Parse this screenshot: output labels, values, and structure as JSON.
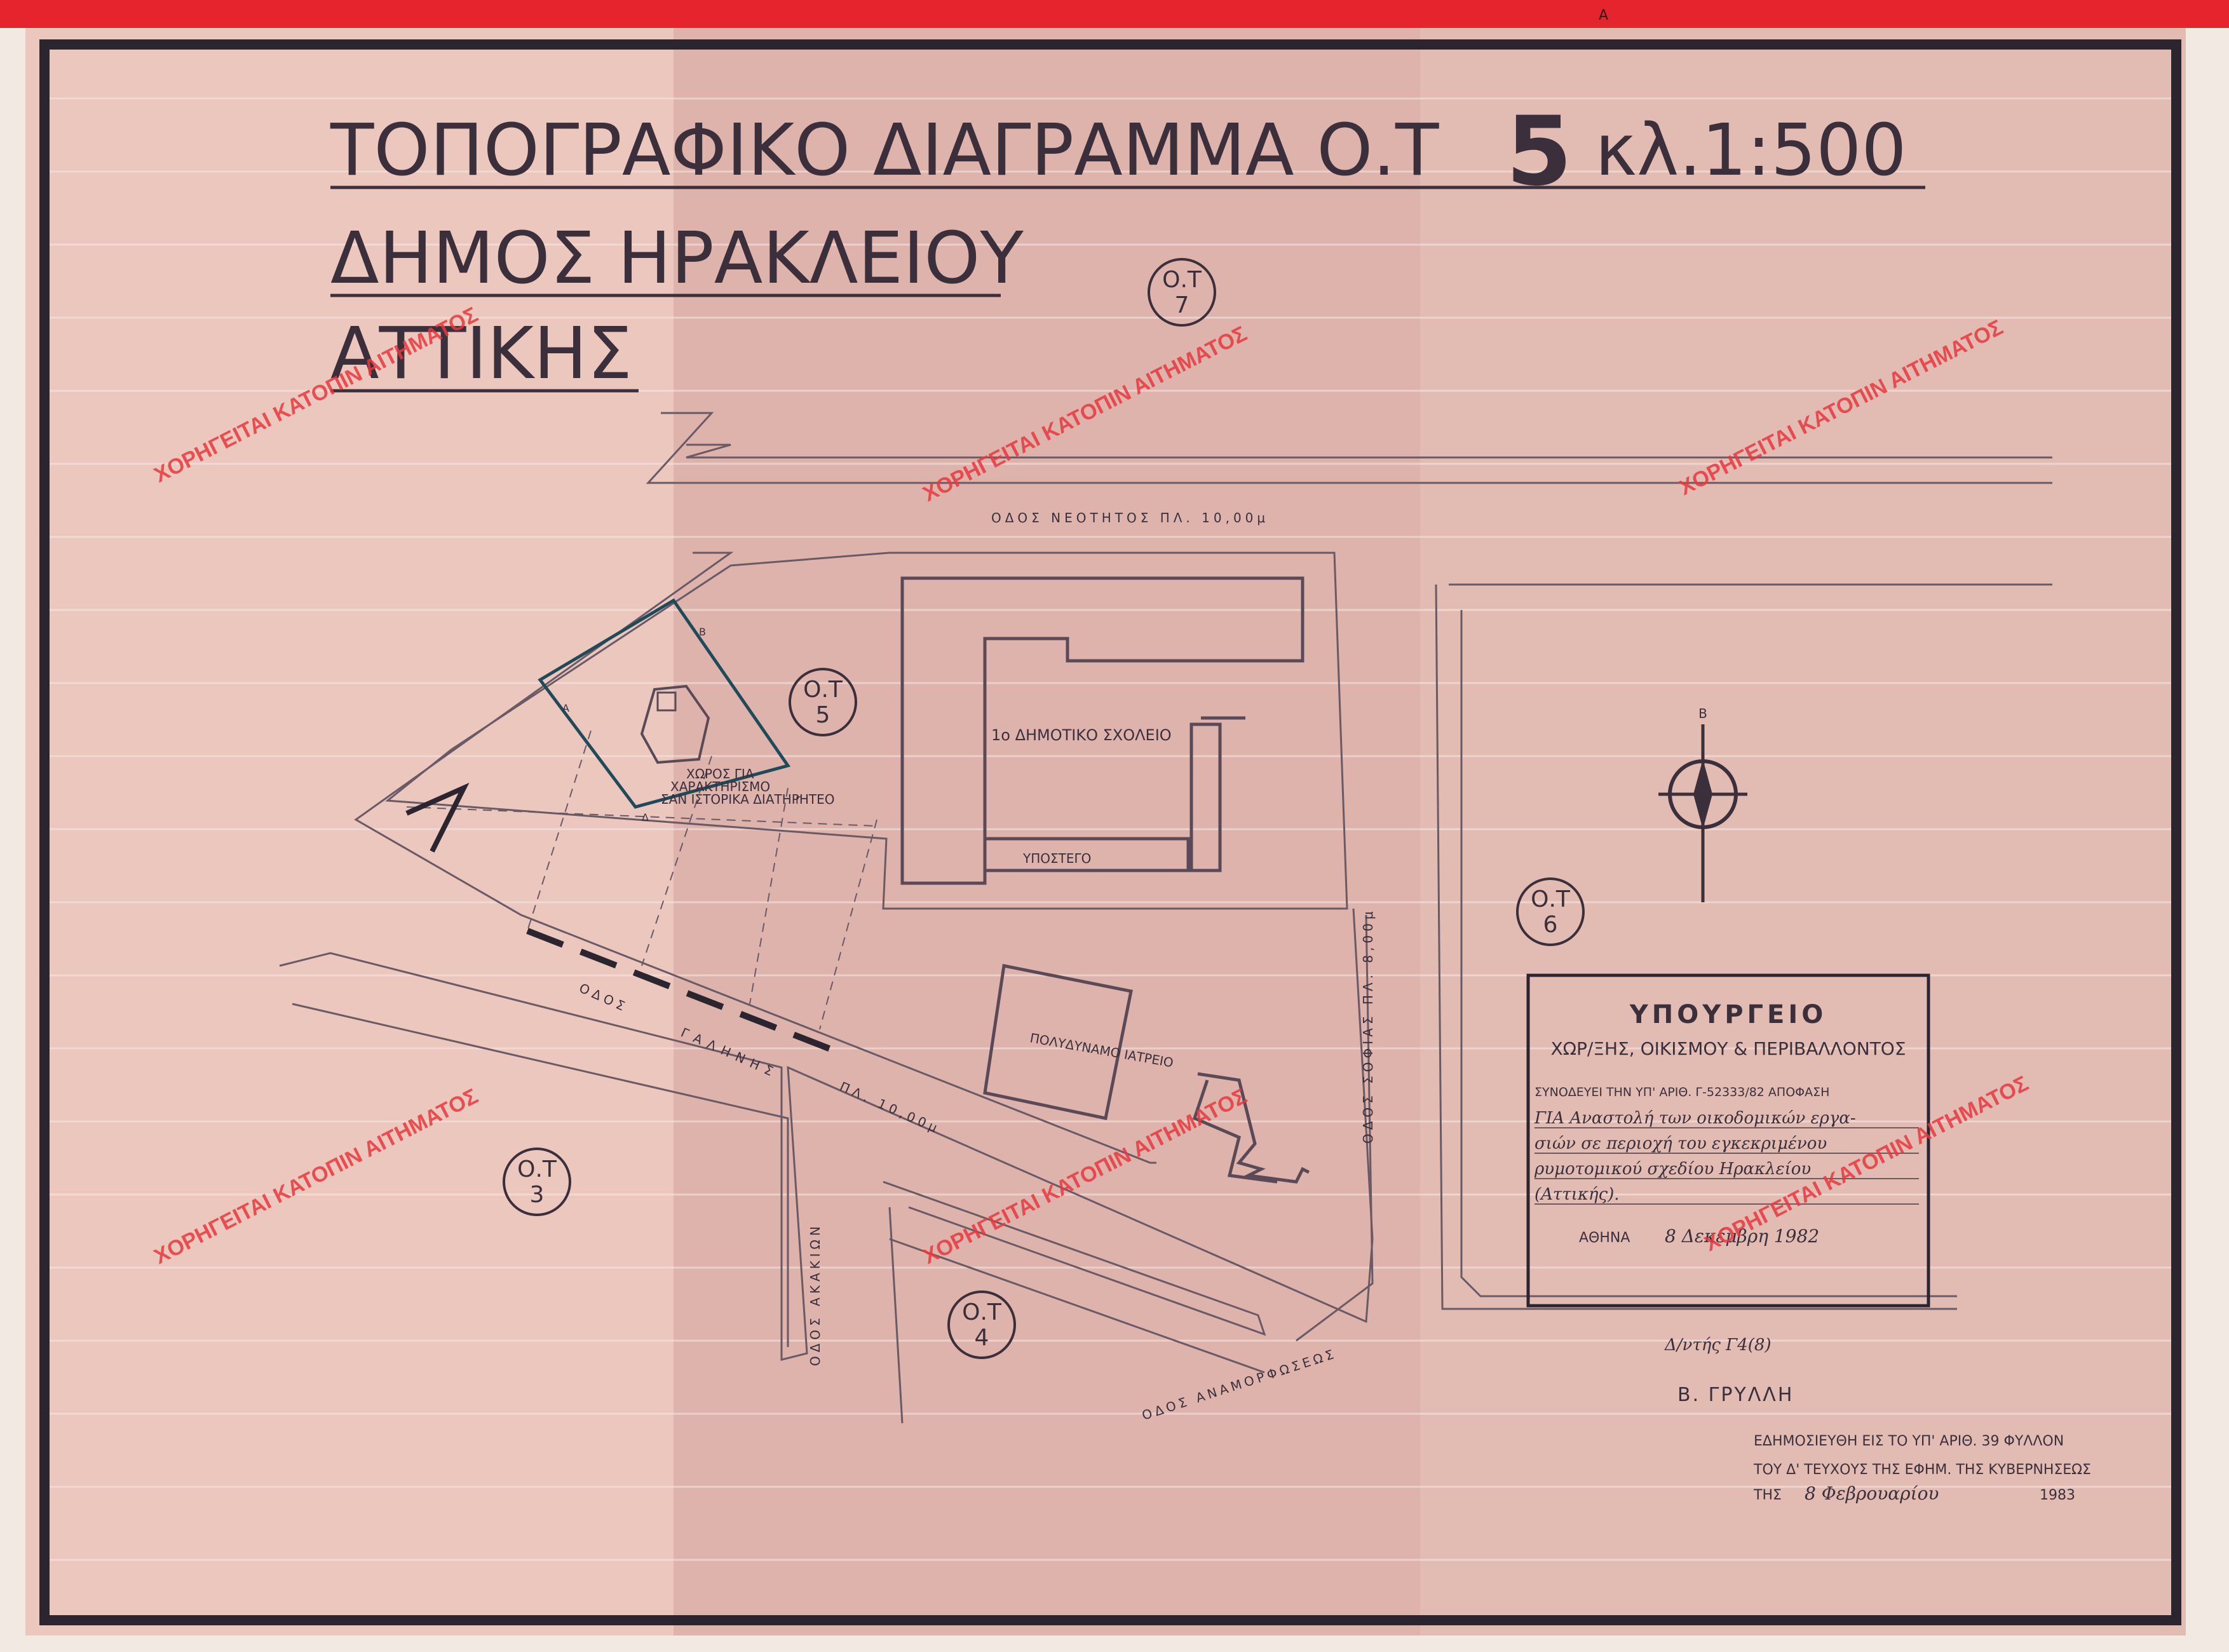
{
  "sheet_marker": "A",
  "title": {
    "line1": "ΤΟΠΟΓΡΑΦΙΚΟ ΔΙΑΓΡΑΜΜΑ Ο.Τ",
    "block_number": "5",
    "scale": "κλ.1:500",
    "line2": "ΔΗΜΟΣ ΗΡΑΚΛΕΙΟΥ",
    "line3": "ΑΤΤΙΚΗΣ"
  },
  "blocks": [
    {
      "prefix": "Ο.Τ",
      "number": "7"
    },
    {
      "prefix": "Ο.Τ",
      "number": "5"
    },
    {
      "prefix": "Ο.Τ",
      "number": "6"
    },
    {
      "prefix": "Ο.Τ",
      "number": "3"
    },
    {
      "prefix": "Ο.Τ",
      "number": "4"
    }
  ],
  "streets": {
    "neotitos": "ΟΔΟΣ ΝΕΟΤΗΤΟΣ ΠΛ. 10,00μ",
    "galinis_1": "ΟΔΟΣ",
    "galinis_2": "ΓΑΛΗΝΗΣ",
    "galinis_3": "ΠΛ. 10,00μ",
    "sofias": "ΟΔΟΣ ΣΟΦΙΑΣ ΠΛ. 8,00μ",
    "akasion": "ΟΔΟΣ ΑΚΑΚΙΩΝ",
    "anamorfoseos": "ΟΔΟΣ ΑΝΑΜΟΡΦΩΣΕΩΣ"
  },
  "labels": {
    "school": "1ο ΔΗΜΟΤΙΚΟ ΣΧΟΛΕΙΟ",
    "ypostego": "ΥΠΟΣΤΕΓΟ",
    "polydynamo": "ΠΟΛΥΔΥΝΑΜΟ ΙΑΤΡΕΙΟ",
    "heritage_1": "ΧΩΡΟΣ ΓΙΑ",
    "heritage_2": "ΧΑΡΑΚΤΗΡΙΣΜΟ",
    "heritage_3": "ΣΑΝ ΙΣΤΟΡΙΚΑ ΔΙΑΤΗΡΗΤΕΟ",
    "corner_a": "Α",
    "corner_b": "Β",
    "corner_g": "Γ",
    "corner_d": "Δ",
    "north": "Β"
  },
  "stamp": {
    "title1": "ΥΠΟΥΡΓΕΙΟ",
    "title2": "ΧΩΡ/ΞΗΣ, ΟΙΚΙΣΜΟΥ & ΠΕΡΙΒΑΛΛΟΝΤΟΣ",
    "ref": "ΣΥΝΟΔΕΥΕΙ ΤΗΝ ΥΠ' ΑΡΙΘ. Γ-52333/82 ΑΠΟΦΑΣΗ",
    "text1": "ΓΙΑ Αναστολή των οικοδομικών εργα-",
    "text2": "σιών σε περιοχή του εγκεκριμένου",
    "text3": "ρυμοτομικού σχεδίου Ηρακλείου",
    "text4": "(Αττικής).",
    "date_label": "ΑΘΗΝΑ",
    "date_value": "8 Δεκέμβρη 1982",
    "sign_note": "Δ/ντής Γ4(8)"
  },
  "signature_name": "Β. ΓΡΥΛΛΗ",
  "publication": {
    "line1": "ΕΔΗΜΟΣΙΕΥΘΗ ΕΙΣ ΤΟ ΥΠ' ΑΡΙΘ. 39 ΦΥΛΛΟΝ",
    "line2": "ΤΟΥ Δ' ΤΕΥΧΟΥΣ ΤΗΣ ΕΦΗΜ. ΤΗΣ ΚΥΒΕΡΝΗΣΕΩΣ",
    "line3_prefix": "ΤΗΣ",
    "line3_date": "8 Φεβρουαρίου",
    "line3_year": "1983"
  },
  "watermark": "ΧΟΡΗΓΕΙΤΑΙ ΚΑΤΟΠΙΝ ΑΙΤΗΜΑΤΟΣ",
  "colors": {
    "background": "#ecc7bd",
    "center_band": "#ddb3ab",
    "right_band": "#e2bcb3",
    "border": "#2b2530",
    "ink": "#3a2f3a",
    "heritage_outline": "#1f4a5a",
    "watermark": "#e8383e",
    "top_band": "#e5242e"
  }
}
